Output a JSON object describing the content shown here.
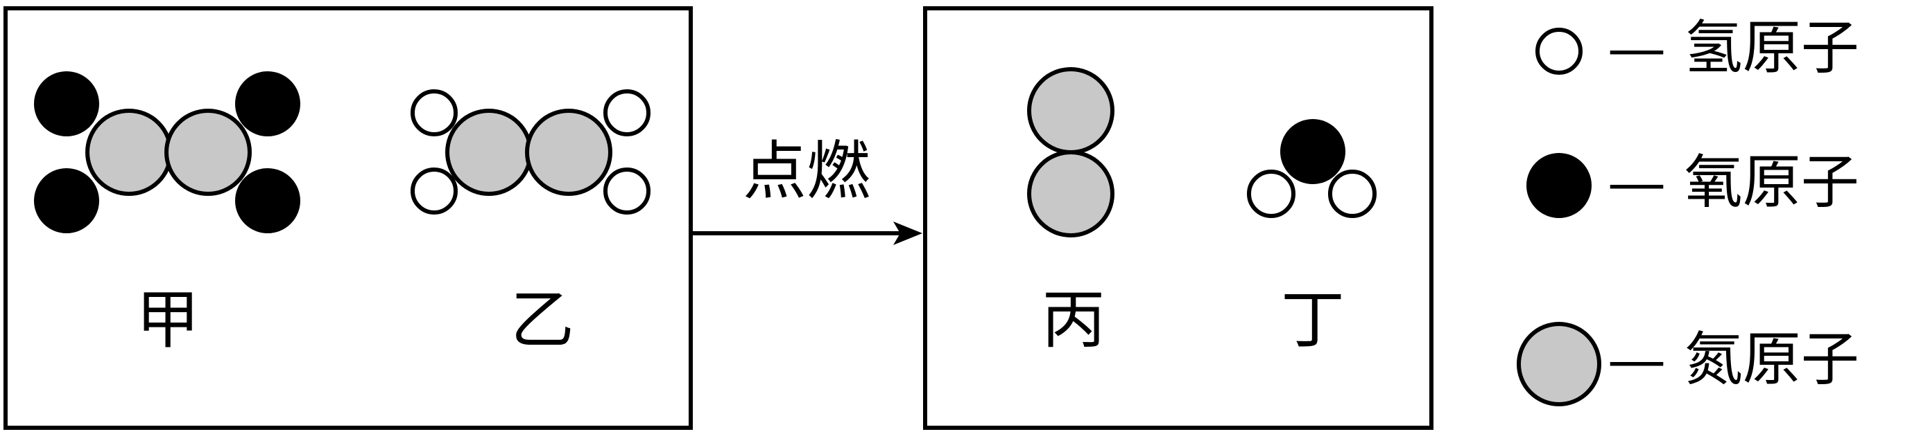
{
  "reaction": {
    "condition": "点燃",
    "reactants": [
      {
        "label": "甲"
      },
      {
        "label": "乙"
      }
    ],
    "products": [
      {
        "label": "丙"
      },
      {
        "label": "丁"
      }
    ]
  },
  "legend": [
    {
      "kind": "hydrogen",
      "text": "— 氢原子"
    },
    {
      "kind": "oxygen",
      "text": "— 氧原子"
    },
    {
      "kind": "nitrogen",
      "text": "— 氮原子"
    }
  ],
  "colors": {
    "nitrogen": "#c8c8c8",
    "oxygen": "#000000",
    "hydrogen": "#ffffff",
    "stroke": "#000000"
  }
}
